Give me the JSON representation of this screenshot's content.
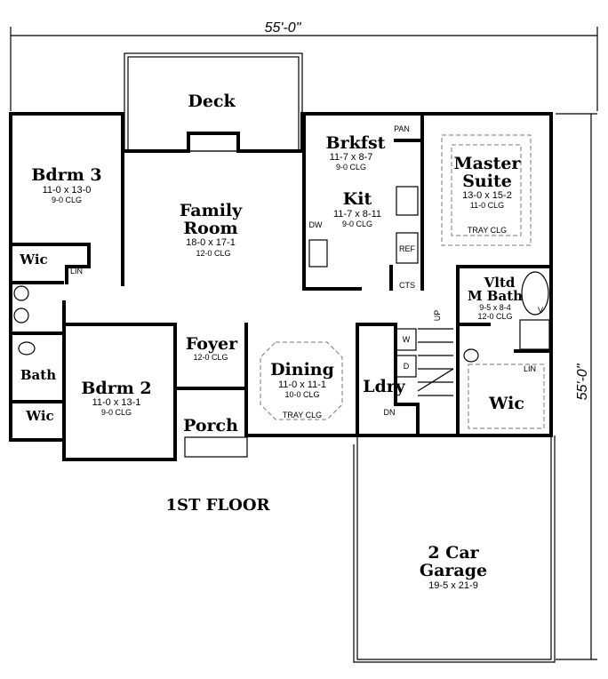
{
  "overall": {
    "width": "55'-0\"",
    "depth": "55'-0\""
  },
  "floor_label": "1ST FLOOR",
  "rooms": {
    "deck": {
      "name": "Deck"
    },
    "bdrm3": {
      "name": "Bdrm 3",
      "size": "11-0 x 13-0",
      "clg": "9-0 CLG"
    },
    "family": {
      "name1": "Family",
      "name2": "Room",
      "size": "18-0 x 17-1",
      "clg": "12-0 CLG"
    },
    "brkfst": {
      "name": "Brkfst",
      "size": "11-7 x 8-7",
      "clg": "9-0 CLG"
    },
    "kit": {
      "name": "Kit",
      "size": "11-7 x 8-11",
      "clg": "9-0 CLG"
    },
    "master": {
      "name1": "Master",
      "name2": "Suite",
      "size": "13-0 x 15-2",
      "clg": "11-0 CLG",
      "tray": "TRAY CLG"
    },
    "mbath": {
      "name1": "Vltd",
      "name2": "M Bath",
      "size": "9-5 x 8-4",
      "clg": "12-0 CLG"
    },
    "wic3": {
      "name": "Wic"
    },
    "bath": {
      "name": "Bath"
    },
    "wic2": {
      "name": "Wic"
    },
    "bdrm2": {
      "name": "Bdrm 2",
      "size": "11-0 x 13-1",
      "clg": "9-0 CLG"
    },
    "foyer": {
      "name": "Foyer",
      "clg": "12-0 CLG"
    },
    "porch": {
      "name": "Porch"
    },
    "dining": {
      "name": "Dining",
      "size": "11-0 x 11-1",
      "clg": "10-0 CLG",
      "tray": "TRAY CLG"
    },
    "ldry": {
      "name": "Ldry"
    },
    "wicm": {
      "name": "Wic"
    },
    "garage": {
      "name1": "2 Car",
      "name2": "Garage",
      "size": "19-5 x 21-9"
    }
  },
  "fixtures": {
    "pan": "PAN",
    "dw": "DW",
    "ref": "REF",
    "cts": "CTS",
    "lin1": "LIN",
    "lin2": "LIN",
    "w": "W",
    "d": "D",
    "up": "UP",
    "dn": "DN",
    "v": "V"
  }
}
